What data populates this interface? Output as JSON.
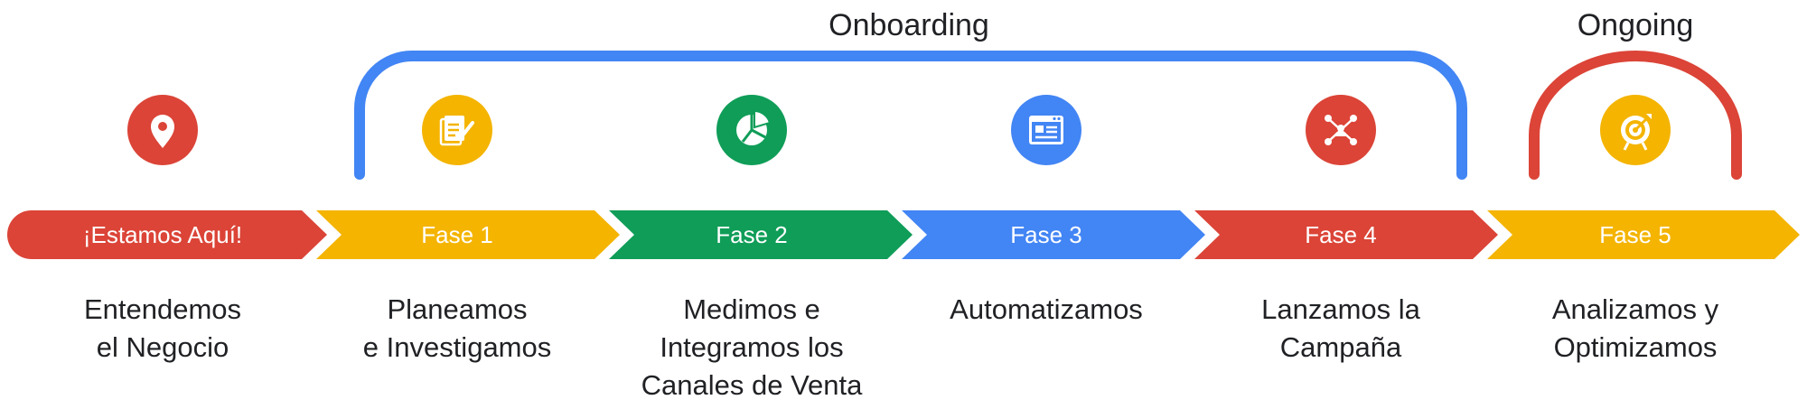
{
  "colors": {
    "red": "#DB4437",
    "yellow": "#F4B400",
    "green": "#0F9D58",
    "blue": "#4285F4"
  },
  "brackets": [
    {
      "label": "Onboarding",
      "color": "#4285F4"
    },
    {
      "label": "Ongoing",
      "color": "#DB4437"
    }
  ],
  "stages": [
    {
      "label": "¡Estamos Aquí!",
      "color": "#DB4437",
      "icon": "location-pin-icon",
      "desc": [
        "Entendemos",
        "el Negocio"
      ]
    },
    {
      "label": "Fase 1",
      "color": "#F4B400",
      "icon": "planning-document-icon",
      "desc": [
        "Planeamos",
        "e Investigamos"
      ]
    },
    {
      "label": "Fase 2",
      "color": "#0F9D58",
      "icon": "pie-chart-icon",
      "desc": [
        "Medimos e",
        "Integramos los",
        "Canales de Venta"
      ]
    },
    {
      "label": "Fase 3",
      "color": "#4285F4",
      "icon": "browser-window-icon",
      "desc": [
        "Automatizamos"
      ]
    },
    {
      "label": "Fase 4",
      "color": "#DB4437",
      "icon": "network-people-icon",
      "desc": [
        "Lanzamos la",
        "Campaña"
      ]
    },
    {
      "label": "Fase 5",
      "color": "#F4B400",
      "icon": "target-icon",
      "desc": [
        "Analizamos y",
        "Optimizamos"
      ]
    }
  ]
}
